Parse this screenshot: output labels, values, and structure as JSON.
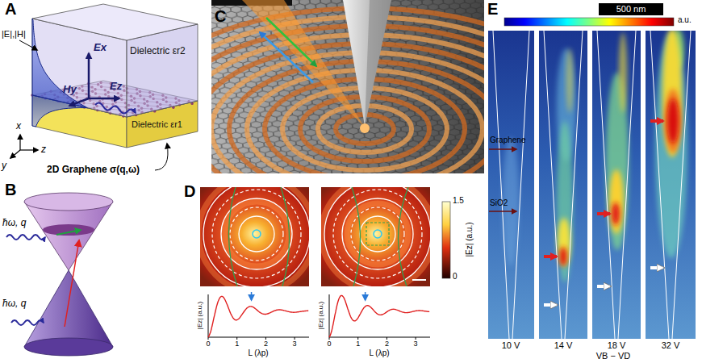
{
  "diagram": {
    "nodes": [
      {
        "text": [
          "Dielectric εr2"
        ]
      },
      {
        "text": [
          "Dielectric εr1"
        ]
      }
    ],
    "labels": [
      "A",
      "B",
      "C",
      "D",
      "E",
      "|E|,|H|",
      "Ex",
      "Ez",
      "Hy",
      "x",
      "y",
      "z",
      "2D Graphene σ(q,ω)",
      "ħω, q⃗",
      "ħω, q⃗",
      "1.5",
      "0",
      "|Ez| (a.u.)",
      "|Ez| (a.u.)",
      "|Ez| (a.u.)",
      "0",
      "1",
      "2",
      "3",
      "0",
      "1",
      "2",
      "3",
      "L (λp)",
      "L (λp)",
      "500 nm",
      "a.u.",
      "Graphene",
      "SiO2",
      "10 V",
      "14 V",
      "18 V",
      "32 V",
      "VB − VD"
    ]
  }
}
